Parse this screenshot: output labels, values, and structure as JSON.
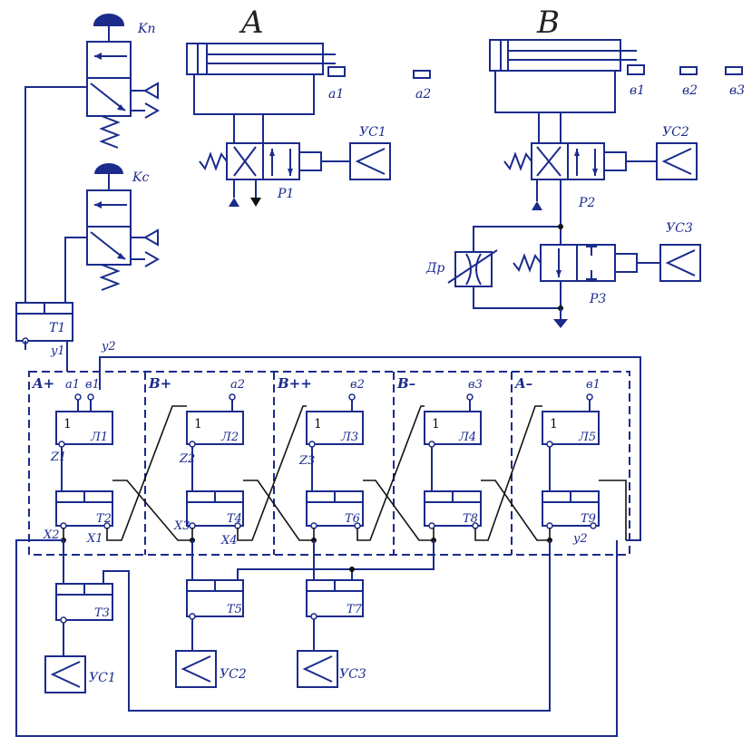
{
  "cylinders": {
    "a": "A",
    "b": "B"
  },
  "valves": {
    "kp": "Kп",
    "kc": "Kc",
    "p1": "P1",
    "p2": "P2",
    "p3": "P3",
    "throttle": "Др"
  },
  "amplifiers_top": {
    "us1": "УС1",
    "us2": "УС2",
    "us3": "УС3"
  },
  "limit_switches": {
    "a1": "a1",
    "a2": "a2",
    "b1": "в1",
    "b2": "в2",
    "b3": "в3"
  },
  "trigger_t1": {
    "label": "T1",
    "y1": "y1",
    "y2": "y2"
  },
  "step_blocks": [
    {
      "heading": "A+",
      "inputs": [
        "a1",
        "в1"
      ],
      "and_label": "Л1",
      "and_num": "1",
      "z": "Z1",
      "trig": "T2"
    },
    {
      "heading": "B+",
      "inputs": [
        "a2"
      ],
      "and_label": "Л2",
      "and_num": "1",
      "z": "Z2",
      "trig": "T4"
    },
    {
      "heading": "B++",
      "inputs": [
        "в2"
      ],
      "and_label": "Л3",
      "and_num": "1",
      "z": "Z3",
      "trig": "T6"
    },
    {
      "heading": "B–",
      "inputs": [
        "в3"
      ],
      "and_label": "Л4",
      "and_num": "1",
      "z": "",
      "trig": "T8"
    },
    {
      "heading": "A–",
      "inputs": [
        "в1"
      ],
      "and_label": "Л5",
      "and_num": "1",
      "z": "",
      "trig": "T9"
    }
  ],
  "x_labels": {
    "x1": "X1",
    "x2": "X2",
    "x3": "X3",
    "x4": "X4",
    "y2b": "y2"
  },
  "output_triggers": [
    "T3",
    "T5",
    "T7"
  ],
  "amplifiers_bottom": [
    "УС1",
    "УС2",
    "УС3"
  ]
}
